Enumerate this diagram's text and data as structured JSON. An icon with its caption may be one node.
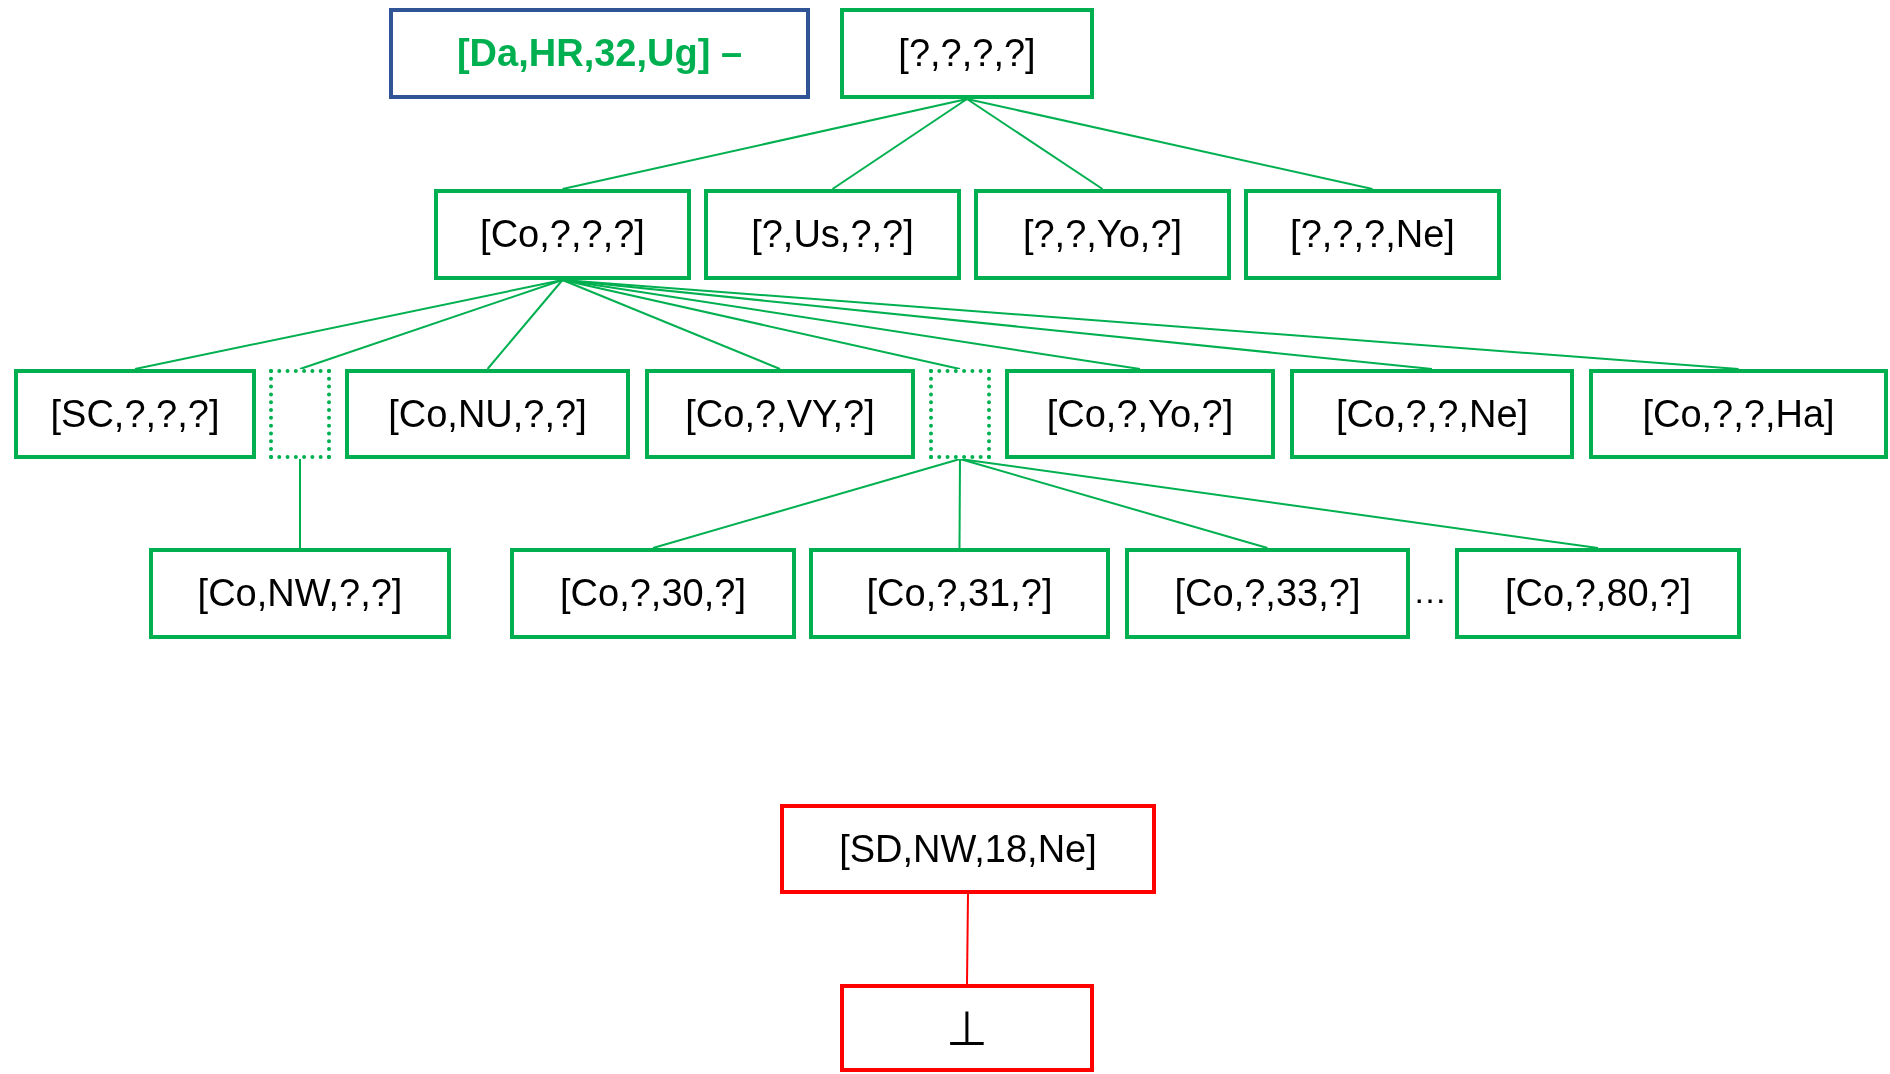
{
  "diagram": {
    "nodes": [
      {
        "text": [
          "[Da,HR,32,Ug] –"
        ]
      },
      {
        "text": [
          "[?,?,?,?]"
        ]
      },
      {
        "text": [
          "[Co,?,?,?]"
        ]
      },
      {
        "text": [
          "[?,Us,?,?]"
        ]
      },
      {
        "text": [
          "[?,?,Yo,?]"
        ]
      },
      {
        "text": [
          "[?,?,?,Ne]"
        ]
      },
      {
        "text": [
          "[SC,?,?,?]"
        ]
      },
      {
        "text": [],
        "shape": "box"
      },
      {
        "text": [
          "[Co,NU,?,?]"
        ]
      },
      {
        "text": [
          "[Co,?,VY,?]"
        ]
      },
      {
        "text": [],
        "shape": "box"
      },
      {
        "text": [
          "[Co,?,Yo,?]"
        ]
      },
      {
        "text": [
          "[Co,?,?,Ne]"
        ]
      },
      {
        "text": [
          "[Co,?,?,Ha]"
        ]
      },
      {
        "text": [
          "[Co,NW,?,?]"
        ]
      },
      {
        "text": [
          "[Co,?,30,?]"
        ]
      },
      {
        "text": [
          "[Co,?,31,?]"
        ]
      },
      {
        "text": [
          "[Co,?,33,?]"
        ]
      },
      {
        "text": [
          "[Co,?,80,?]"
        ]
      },
      {
        "text": [
          "[SD,NW,18,Ne]"
        ]
      },
      {
        "text": [
          "⊥"
        ]
      }
    ],
    "edges": [
      {
        "from": 1,
        "to": 2,
        "arrow": "none"
      },
      {
        "from": 1,
        "to": 3,
        "arrow": "none"
      },
      {
        "from": 1,
        "to": 4,
        "arrow": "none"
      },
      {
        "from": 1,
        "to": 5,
        "arrow": "none"
      },
      {
        "from": 2,
        "to": 6,
        "arrow": "none"
      },
      {
        "from": 2,
        "to": 7,
        "arrow": "none"
      },
      {
        "from": 2,
        "to": 8,
        "arrow": "none"
      },
      {
        "from": 2,
        "to": 9,
        "arrow": "none"
      },
      {
        "from": 2,
        "to": 10,
        "arrow": "none"
      },
      {
        "from": 2,
        "to": 11,
        "arrow": "none"
      },
      {
        "from": 2,
        "to": 12,
        "arrow": "none"
      },
      {
        "from": 2,
        "to": 13,
        "arrow": "none"
      },
      {
        "from": 7,
        "to": 14,
        "arrow": "none"
      },
      {
        "from": 10,
        "to": 15,
        "arrow": "none"
      },
      {
        "from": 10,
        "to": 16,
        "arrow": "none"
      },
      {
        "from": 10,
        "to": 17,
        "arrow": "none"
      },
      {
        "from": 10,
        "to": 18,
        "arrow": "none"
      },
      {
        "from": 19,
        "to": 20,
        "arrow": "none",
        "color": "#ff0000"
      }
    ],
    "labels": [
      "…"
    ]
  }
}
